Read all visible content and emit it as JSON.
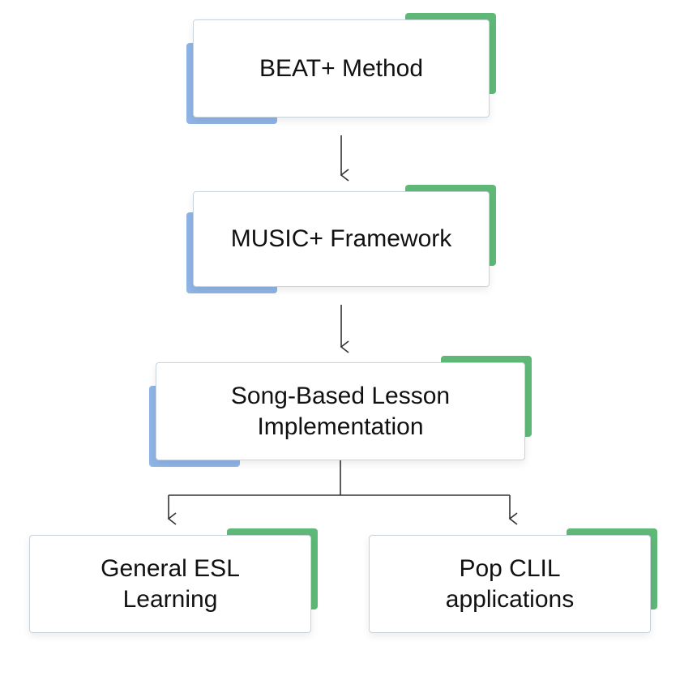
{
  "diagram": {
    "nodes": {
      "beat": {
        "label": "BEAT+ Method"
      },
      "music": {
        "label": "MUSIC+ Framework"
      },
      "song": {
        "label": "Song-Based Lesson\nImplementation"
      },
      "esl": {
        "label": "General ESL\nLearning"
      },
      "clil": {
        "label": "Pop CLIL\napplications"
      }
    },
    "colors": {
      "accent_left": "#8fb4e6",
      "accent_right": "#5fb878",
      "border": "#c9d3de",
      "arrow": "#333333",
      "text": "#111111"
    }
  }
}
